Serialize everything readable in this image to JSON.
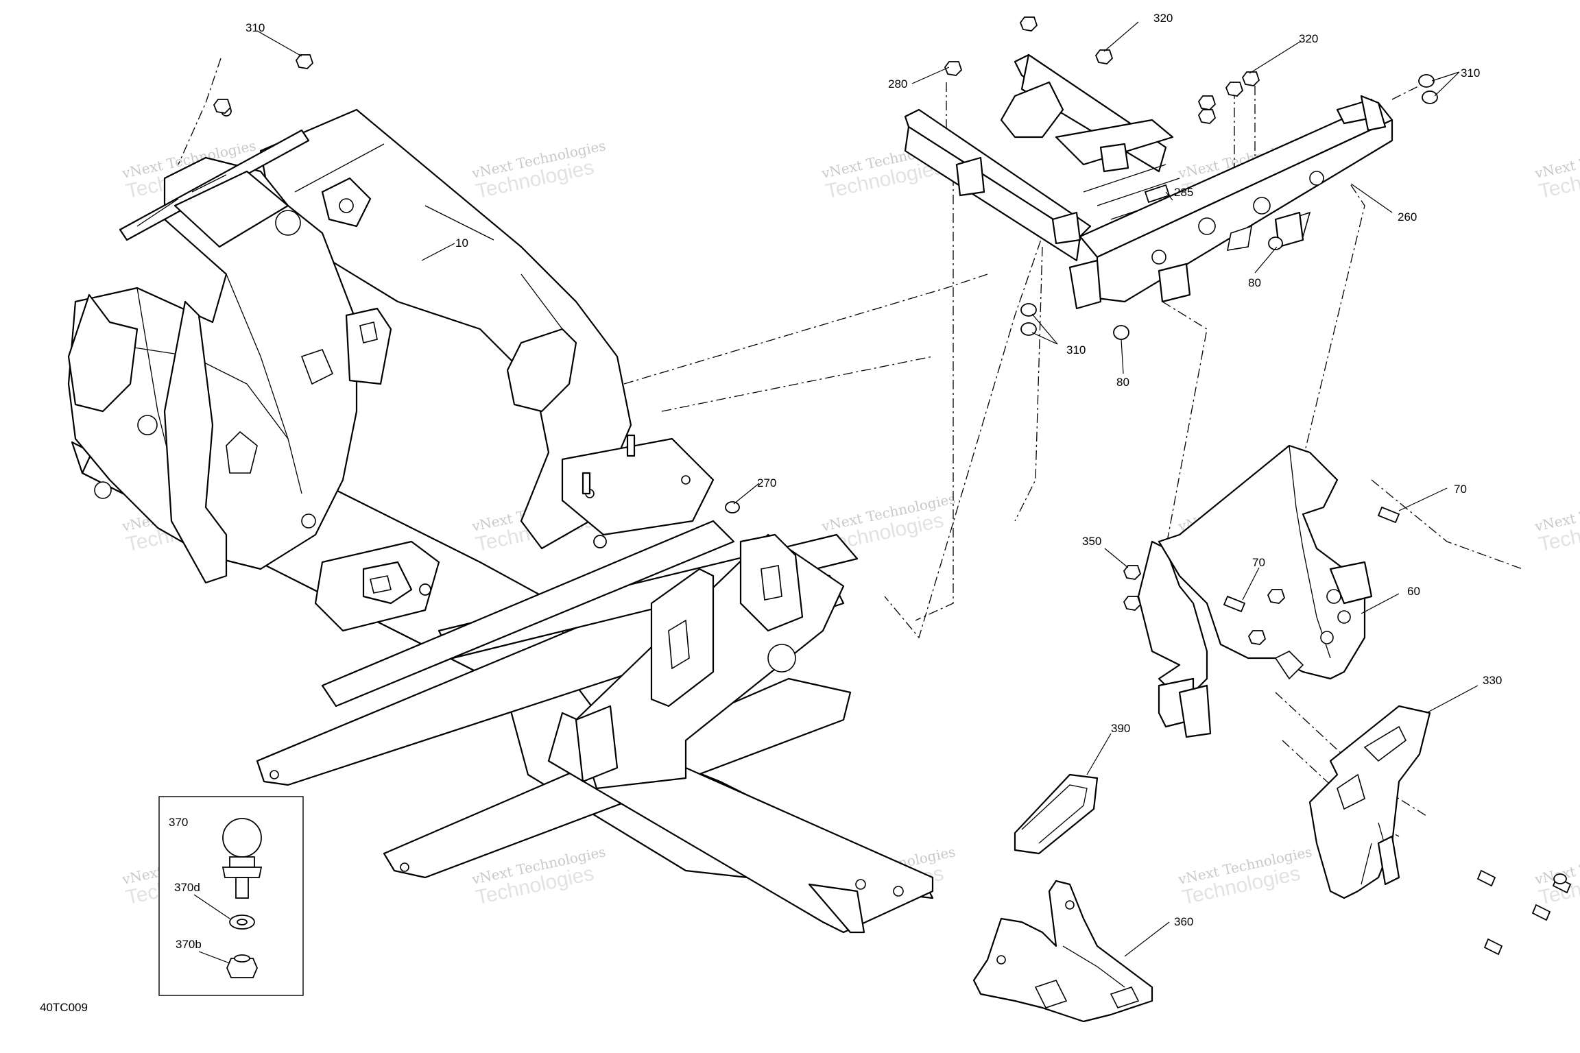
{
  "diagram_code": "40TC009",
  "watermark": {
    "line1": "vNext Technologies",
    "line2": "Technologies"
  },
  "callouts": {
    "c310_top": "310",
    "c10": "10",
    "c270": "270",
    "c280": "280",
    "c320_a": "320",
    "c320_b": "320",
    "c310_right": "310",
    "c285": "285",
    "c260": "260",
    "c80_a": "80",
    "c80_b": "80",
    "c310_mid": "310",
    "c70_a": "70",
    "c70_b": "70",
    "c350": "350",
    "c60": "60",
    "c330": "330",
    "c390": "390",
    "c360": "360"
  },
  "inset": {
    "c370": "370",
    "c370d": "370d",
    "c370b": "370b"
  }
}
